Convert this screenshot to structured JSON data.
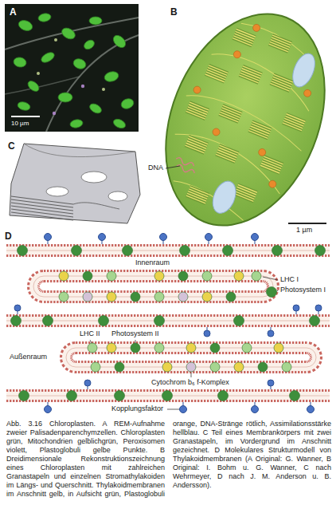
{
  "diagram": {
    "caption": "Abb. 3.16 Chloroplasten. A REM-Aufnahme zweier Palisadenparenchymzellen. Chloroplasten grün, Mitochondrien gelblichgrün, Peroxisomen violett, Plastoglobuli gelbe Punkte. B Dreidimensionale Rekonstruktionszeichnung eines Chloroplasten mit zahlreichen Granastapeln und einzelnen Stromathylakoiden im Längs- und Querschnitt. Thylakoidmembranen im Anschnitt gelb, in Aufsicht grün, Plastoglobuli orange, DNA-Stränge rötlich, Assimilationsstärke hellblau. C Teil eines Membrankörpers mit zwei Granastapeln, im Vordergrund im Anschnitt gezeichnet. D Molekulares Strukturmodell von Thylakoidmembranen (A Original: G. Wanner, B Original: I. Bohm u. G. Wanner, C nach Wehrmeyer, D nach J. M. Anderson u. B. Andersson).",
    "labels": [
      "A",
      "10 µm",
      "B",
      "DNA",
      "C",
      "1 µm",
      "D",
      "Innenraum",
      "LHC I",
      "Photosystem I",
      "LHC II",
      "Photosystem II",
      "Außenraum",
      "Cytochrom b₆ f-Komplex",
      "Kopplungsfaktor"
    ]
  }
}
